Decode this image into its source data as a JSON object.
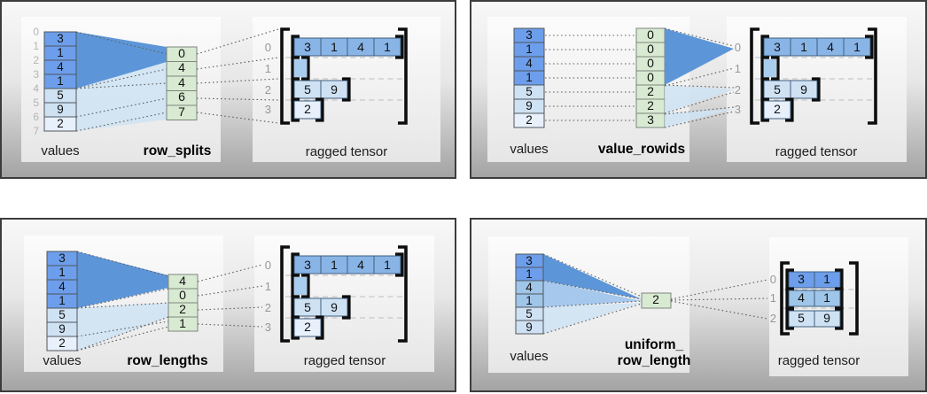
{
  "figure": {
    "description_labels": [
      "values",
      "ragged tensor"
    ],
    "methods": [
      "row_splits",
      "value_rowids",
      "row_lengths",
      "uniform_row_length"
    ]
  },
  "palette": {
    "dark_blue": "#6d9eeb",
    "medium_blue": "#9fc5e8",
    "light_blue": "#cfe2f3",
    "pale_blue": "#e7f0fb",
    "tensor_row_blue": "#89b4e6",
    "empty_row_blue": "#a9cdee",
    "partition_green": "#d9ead3",
    "funnel_dark": "#5d96d8"
  },
  "panels": {
    "row_splits": {
      "title": "row_splits",
      "values_caption": "values",
      "output_caption": "ragged tensor",
      "values": [
        "3",
        "1",
        "4",
        "1",
        "5",
        "9",
        "2"
      ],
      "boundary_indices": [
        "0",
        "1",
        "2",
        "3",
        "4",
        "5",
        "6",
        "7"
      ],
      "partition": [
        "0",
        "4",
        "4",
        "6",
        "7"
      ],
      "row_indices": [
        "0",
        "1",
        "2",
        "3"
      ],
      "row0": [
        "3",
        "1",
        "4",
        "1"
      ],
      "row2": [
        "5",
        "9"
      ],
      "row3": [
        "2"
      ]
    },
    "value_rowids": {
      "title": "value_rowids",
      "values_caption": "values",
      "output_caption": "ragged tensor",
      "values": [
        "3",
        "1",
        "4",
        "1",
        "5",
        "9",
        "2"
      ],
      "partition": [
        "0",
        "0",
        "0",
        "0",
        "2",
        "2",
        "3"
      ],
      "row_indices": [
        "0",
        "1",
        "2",
        "3"
      ],
      "row0": [
        "3",
        "1",
        "4",
        "1"
      ],
      "row2": [
        "5",
        "9"
      ],
      "row3": [
        "2"
      ]
    },
    "row_lengths": {
      "title": "row_lengths",
      "values_caption": "values",
      "output_caption": "ragged tensor",
      "values": [
        "3",
        "1",
        "4",
        "1",
        "5",
        "9",
        "2"
      ],
      "partition": [
        "4",
        "0",
        "2",
        "1"
      ],
      "row_indices": [
        "0",
        "1",
        "2",
        "3"
      ],
      "row0": [
        "3",
        "1",
        "4",
        "1"
      ],
      "row2": [
        "5",
        "9"
      ],
      "row3": [
        "2"
      ]
    },
    "uniform_row_length": {
      "title_line1": "uniform_",
      "title_line2": "row_length",
      "values_caption": "values",
      "output_caption": "ragged tensor",
      "values": [
        "3",
        "1",
        "4",
        "1",
        "5",
        "9"
      ],
      "partition": [
        "2"
      ],
      "row_indices": [
        "0",
        "1",
        "2"
      ],
      "row0": [
        "3",
        "1"
      ],
      "row1": [
        "4",
        "1"
      ],
      "row2": [
        "5",
        "9"
      ]
    }
  }
}
